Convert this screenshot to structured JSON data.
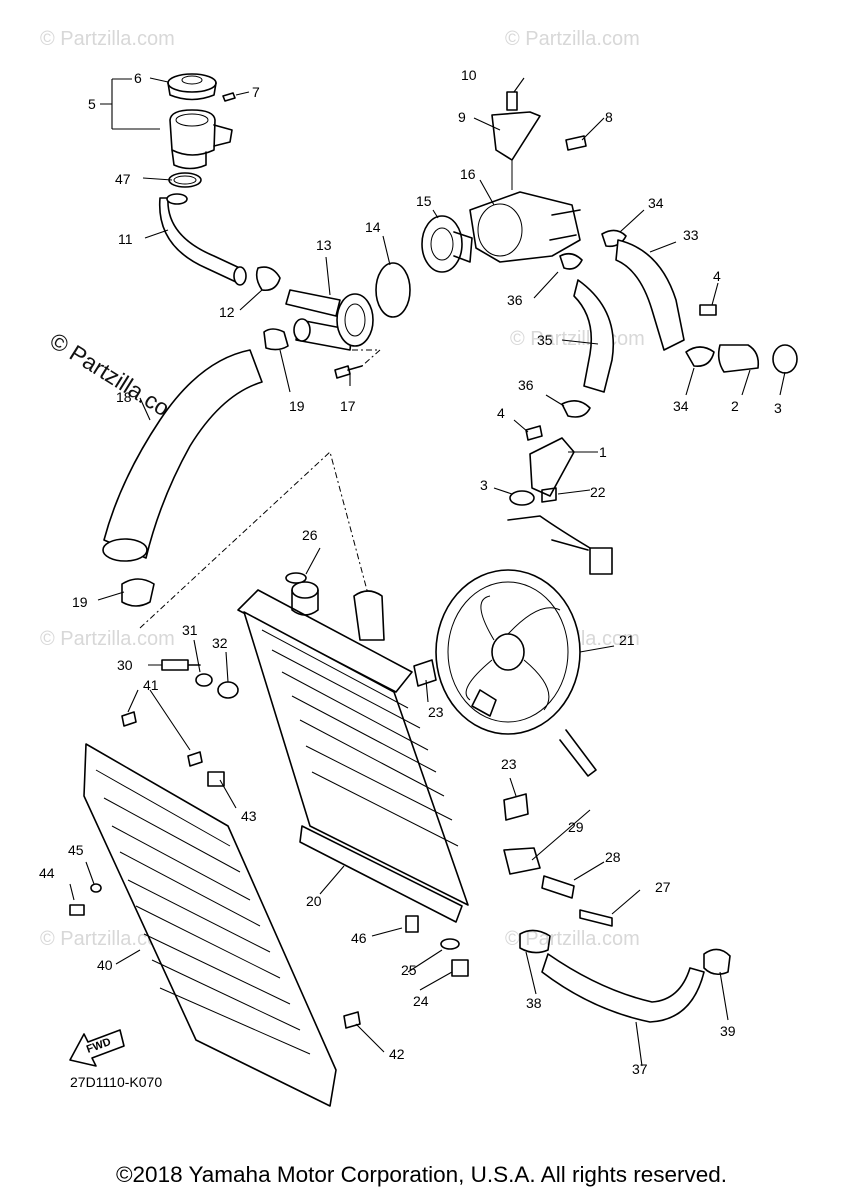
{
  "watermark": "© Partzilla.com",
  "callouts": [
    "1",
    "2",
    "3",
    "4",
    "5",
    "6",
    "7",
    "8",
    "9",
    "10",
    "11",
    "12",
    "13",
    "14",
    "15",
    "16",
    "17",
    "18",
    "19",
    "20",
    "21",
    "22",
    "23",
    "24",
    "25",
    "26",
    "27",
    "28",
    "29",
    "30",
    "31",
    "32",
    "33",
    "34",
    "35",
    "36",
    "37",
    "38",
    "39",
    "40",
    "41",
    "42",
    "43",
    "44",
    "45",
    "46",
    "47"
  ],
  "fwd_label": "FWD",
  "diagram_code": "27D1110-K070",
  "copyright": "©2018 Yamaha Motor Corporation, U.S.A. All rights reserved."
}
